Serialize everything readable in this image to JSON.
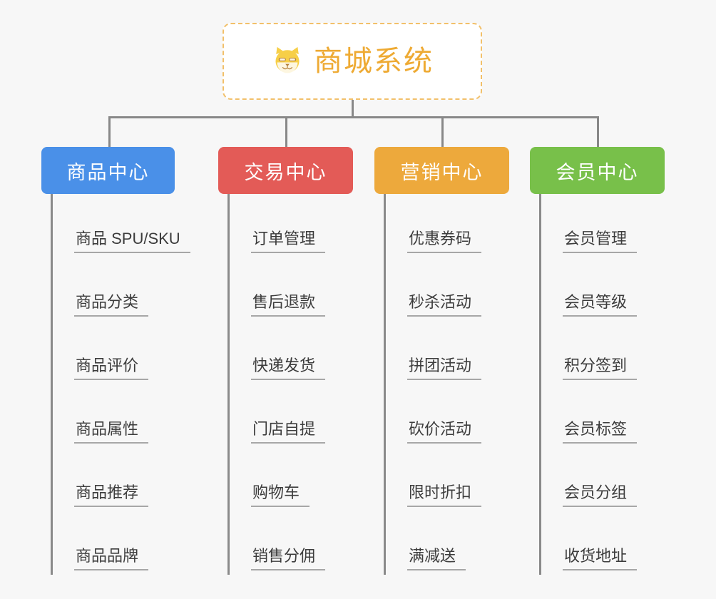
{
  "page": {
    "background_color": "#f7f7f7",
    "type": "mind-map"
  },
  "root": {
    "title": "商城系统",
    "icon": "shiba-inu-dog-face-icon",
    "border_color": "#f2c06a",
    "text_color": "#eeaa33",
    "background_color": "#ffffff"
  },
  "connector_color": "#888888",
  "branches": [
    {
      "label": "商品中心",
      "color": "#4a90e8",
      "items": [
        "商品 SPU/SKU",
        "商品分类",
        "商品评价",
        "商品属性",
        "商品推荐",
        "商品品牌"
      ]
    },
    {
      "label": "交易中心",
      "color": "#e35b57",
      "items": [
        "订单管理",
        "售后退款",
        "快递发货",
        "门店自提",
        "购物车",
        "销售分佣"
      ]
    },
    {
      "label": "营销中心",
      "color": "#eda93c",
      "items": [
        "优惠券码",
        "秒杀活动",
        "拼团活动",
        "砍价活动",
        "限时折扣",
        "满减送"
      ]
    },
    {
      "label": "会员中心",
      "color": "#78c04a",
      "items": [
        "会员管理",
        "会员等级",
        "积分签到",
        "会员标签",
        "会员分组",
        "收货地址"
      ]
    }
  ]
}
